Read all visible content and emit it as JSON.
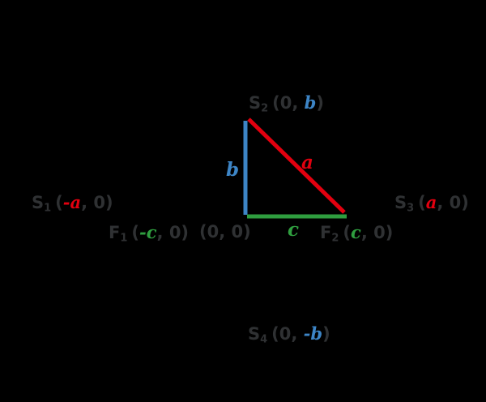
{
  "colors": {
    "background": "#000000",
    "text": "#2f3133",
    "red": "#e2000f",
    "green": "#2f9e3f",
    "blue": "#3d85c6"
  },
  "points": {
    "s2": {
      "base": "S",
      "sub": "2",
      "pre": "(0, ",
      "var": "b",
      "post": ")"
    },
    "s1": {
      "base": "S",
      "sub": "1",
      "pre": "(",
      "var": "-a",
      "post": ", 0)"
    },
    "s3": {
      "base": "S",
      "sub": "3",
      "pre": "(",
      "var": "a",
      "post": ", 0)"
    },
    "s4": {
      "base": "S",
      "sub": "4",
      "pre": "(0, ",
      "var": "-b",
      "post": ")"
    },
    "f1": {
      "base": "F",
      "sub": "1",
      "pre": "(",
      "var": "-c",
      "post": ", 0)"
    },
    "f2": {
      "base": "F",
      "sub": "2",
      "pre": "(",
      "var": "c",
      "post": ", 0)"
    },
    "origin": {
      "text": "(0, 0)"
    }
  },
  "sides": {
    "a": {
      "label": "a",
      "color": "#e2000f"
    },
    "b": {
      "label": "b",
      "color": "#3d85c6"
    },
    "c": {
      "label": "c",
      "color": "#2f9e3f"
    }
  }
}
